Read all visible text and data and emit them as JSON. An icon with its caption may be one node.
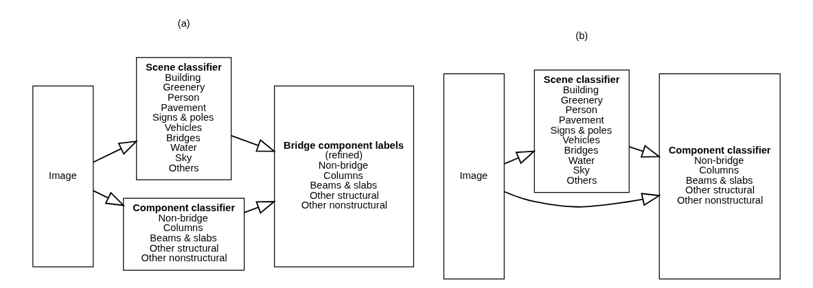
{
  "diagram": {
    "nodes": [
      {
        "text": [
          "Image"
        ]
      },
      {
        "text": [
          "Scene classifier",
          "Building",
          "Greenery",
          "Person",
          "Pavement",
          "Signs & poles",
          "Vehicles",
          "Bridges",
          "Water",
          "Sky",
          "Others"
        ]
      },
      {
        "text": [
          "Component classifier",
          "Non-bridge",
          "Columns",
          "Beams & slabs",
          "Other structural",
          "Other nonstructural"
        ]
      },
      {
        "text": [
          "Bridge component labels",
          "(refined)",
          "Non-bridge",
          "Columns",
          "Beams & slabs",
          "Other structural",
          "Other nonstructural"
        ]
      },
      {
        "text": [
          "Image"
        ]
      },
      {
        "text": [
          "Scene classifier",
          "Building",
          "Greenery",
          "Person",
          "Pavement",
          "Signs & poles",
          "Vehicles",
          "Bridges",
          "Water",
          "Sky",
          "Others"
        ]
      },
      {
        "text": [
          "Component classifier",
          "Non-bridge",
          "Columns",
          "Beams & slabs",
          "Other structural",
          "Other nonstructural"
        ]
      }
    ],
    "edges": [
      {
        "from": 0,
        "to": 1,
        "arrow": "to"
      },
      {
        "from": 0,
        "to": 2,
        "arrow": "to"
      },
      {
        "from": 1,
        "to": 3,
        "arrow": "to"
      },
      {
        "from": 2,
        "to": 3,
        "arrow": "to"
      },
      {
        "from": 4,
        "to": 5,
        "arrow": "to"
      },
      {
        "from": 5,
        "to": 6,
        "arrow": "to"
      },
      {
        "from": 4,
        "to": 6,
        "arrow": "to"
      }
    ],
    "labels": [
      "(a)",
      "(b)"
    ]
  }
}
